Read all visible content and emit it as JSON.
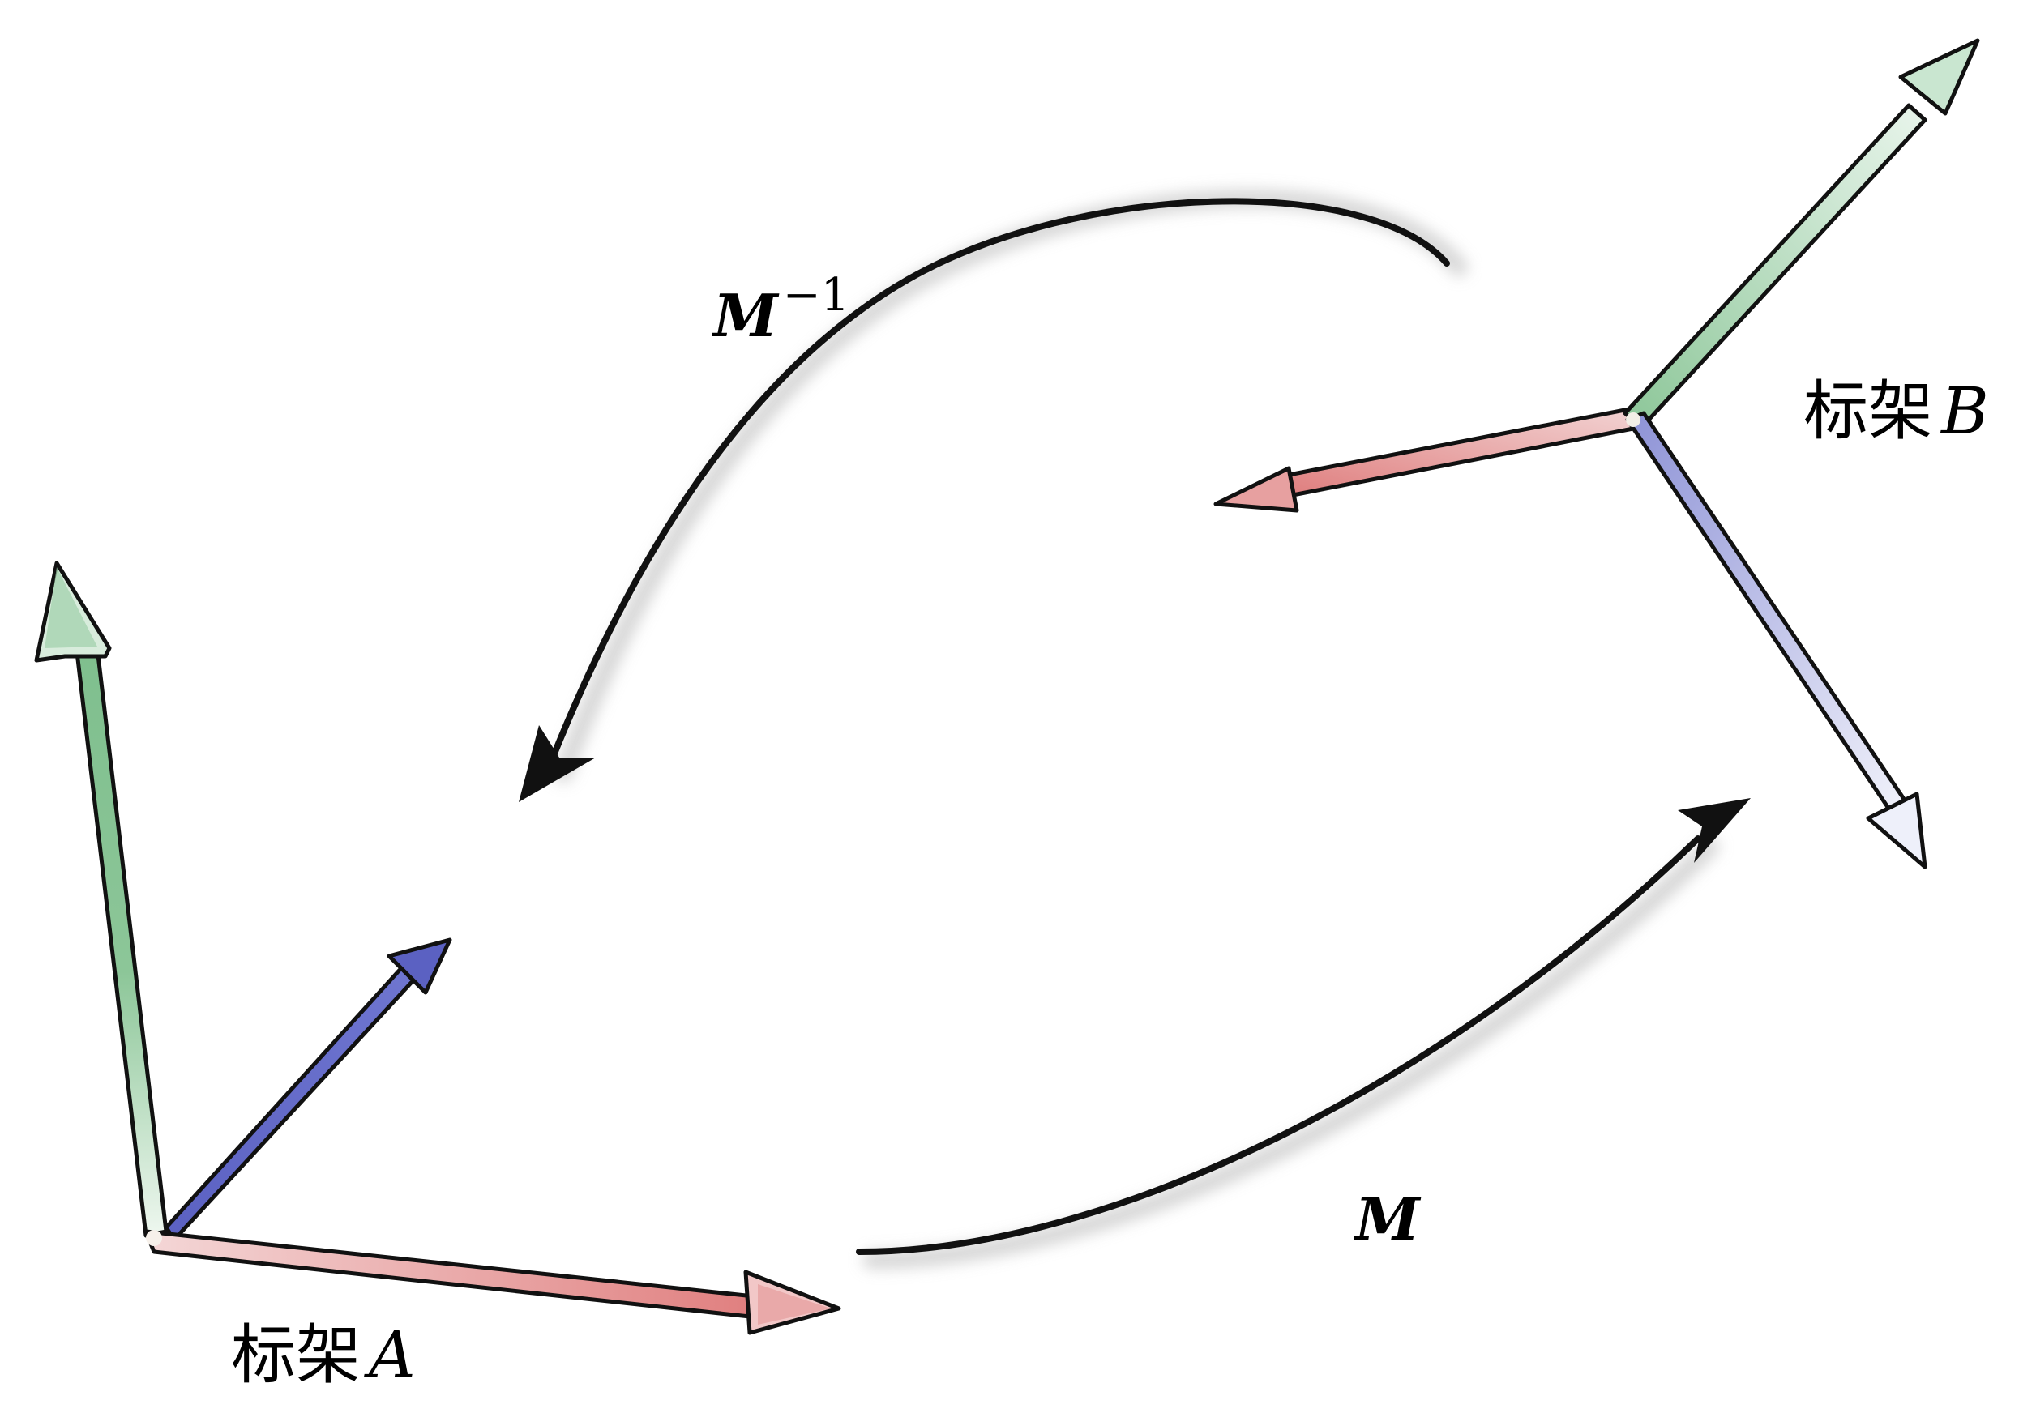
{
  "frames": {
    "a": {
      "prefix": "标架",
      "letter": "A"
    },
    "b": {
      "prefix": "标架",
      "letter": "B"
    }
  },
  "transforms": {
    "forward": {
      "label": "M"
    },
    "inverse": {
      "label": "M",
      "exponent": "−1"
    }
  },
  "axis_colors": {
    "x_axis": "#e28a8a",
    "y_axis": "#8ec79a",
    "z_axis": "#6c72c9",
    "z_axis_light": "#b9bde6",
    "outline": "#1a1a1a",
    "shadow": "#cfcfcf"
  }
}
